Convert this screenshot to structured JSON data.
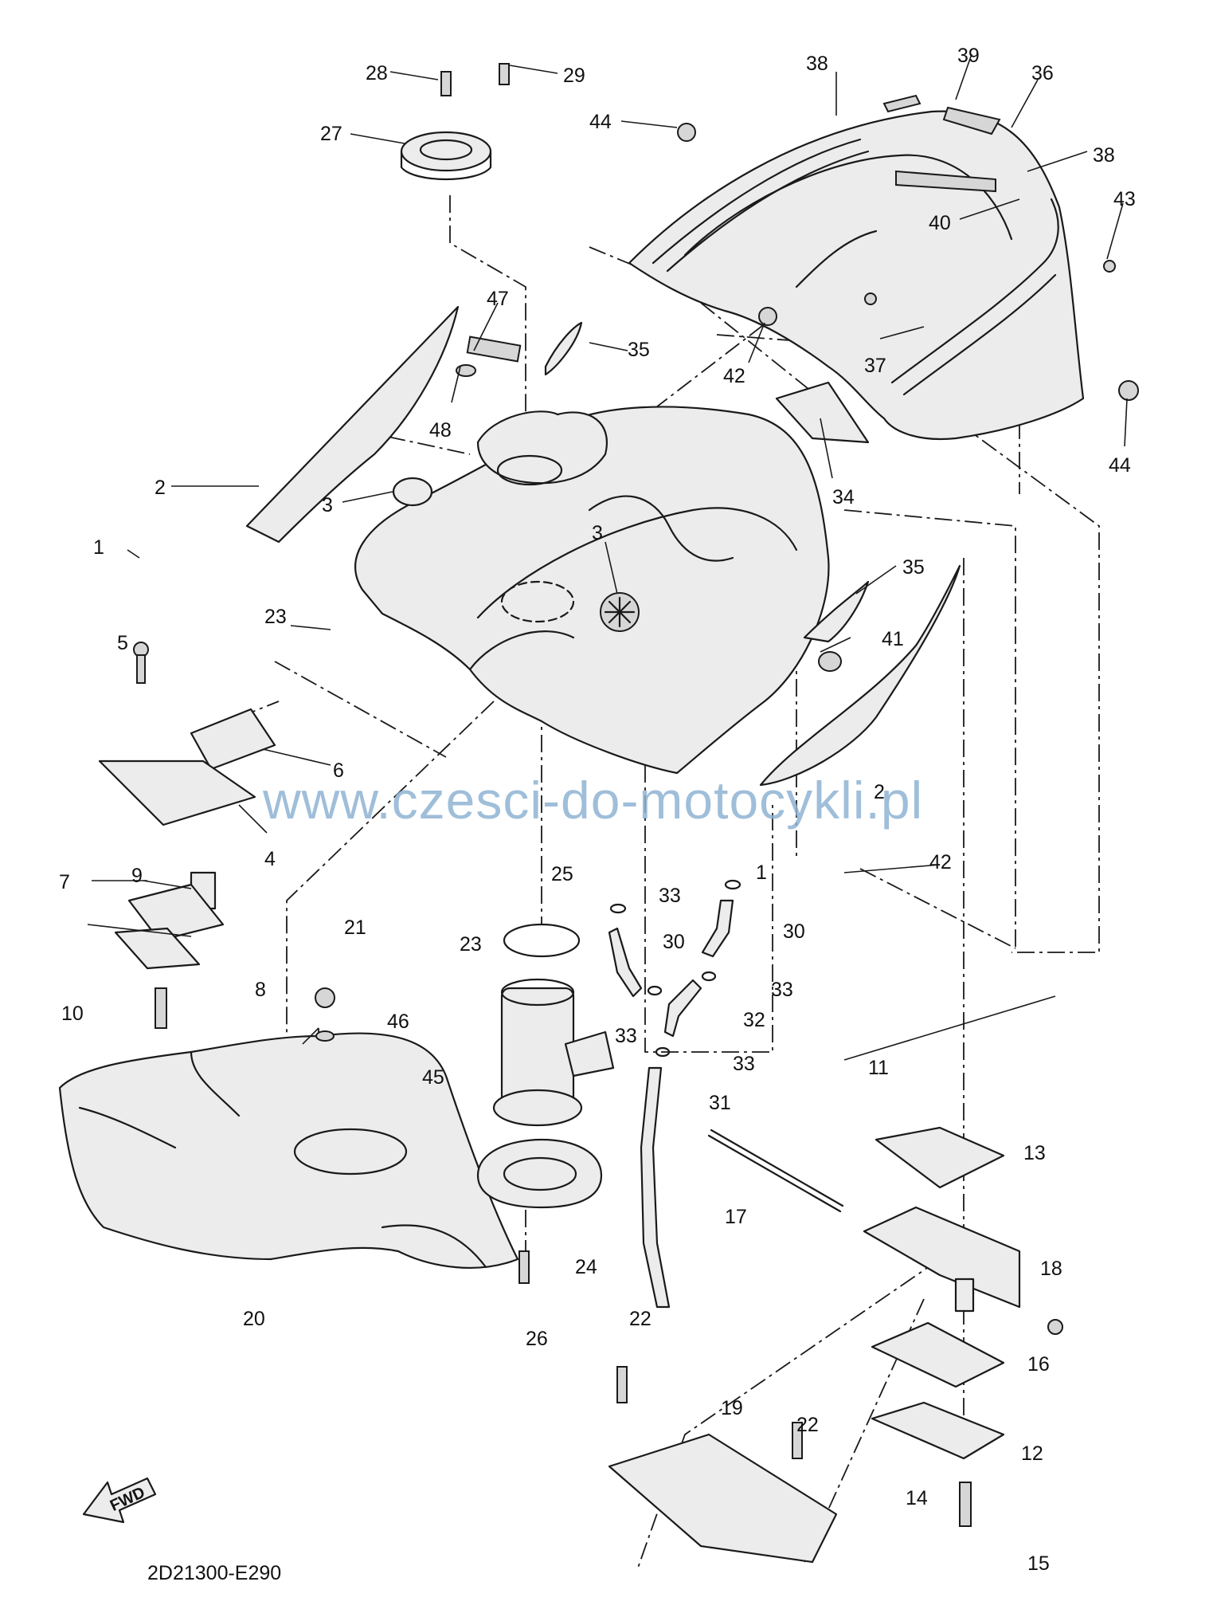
{
  "diagram": {
    "code": "2D21300-E290",
    "watermark": "www.czesci-do-motocykli.pl",
    "fwd_label": "FWD",
    "callouts": [
      "1",
      "2",
      "3",
      "4",
      "5",
      "6",
      "7",
      "8",
      "9",
      "10",
      "11",
      "12",
      "13",
      "14",
      "15",
      "16",
      "17",
      "18",
      "19",
      "20",
      "21",
      "22",
      "23",
      "24",
      "25",
      "26",
      "27",
      "28",
      "29",
      "30",
      "31",
      "32",
      "33",
      "34",
      "35",
      "36",
      "37",
      "38",
      "39",
      "40",
      "41",
      "42",
      "43",
      "44",
      "45",
      "46",
      "47",
      "48"
    ]
  },
  "labels": [
    {
      "text": "28"
    },
    {
      "text": "29"
    },
    {
      "text": "27"
    },
    {
      "text": "38"
    },
    {
      "text": "39"
    },
    {
      "text": "36"
    },
    {
      "text": "44"
    },
    {
      "text": "38"
    },
    {
      "text": "43"
    },
    {
      "text": "40"
    },
    {
      "text": "47"
    },
    {
      "text": "35"
    },
    {
      "text": "42"
    },
    {
      "text": "37"
    },
    {
      "text": "48"
    },
    {
      "text": "2"
    },
    {
      "text": "3"
    },
    {
      "text": "34"
    },
    {
      "text": "44"
    },
    {
      "text": "1"
    },
    {
      "text": "3"
    },
    {
      "text": "35"
    },
    {
      "text": "23"
    },
    {
      "text": "41"
    },
    {
      "text": "5"
    },
    {
      "text": "6"
    },
    {
      "text": "2"
    },
    {
      "text": "9"
    },
    {
      "text": "4"
    },
    {
      "text": "42"
    },
    {
      "text": "1"
    },
    {
      "text": "7"
    },
    {
      "text": "25"
    },
    {
      "text": "33"
    },
    {
      "text": "23"
    },
    {
      "text": "30"
    },
    {
      "text": "30"
    },
    {
      "text": "8"
    },
    {
      "text": "21"
    },
    {
      "text": "33"
    },
    {
      "text": "10"
    },
    {
      "text": "46"
    },
    {
      "text": "32"
    },
    {
      "text": "33"
    },
    {
      "text": "33"
    },
    {
      "text": "45"
    },
    {
      "text": "11"
    },
    {
      "text": "31"
    },
    {
      "text": "17"
    },
    {
      "text": "13"
    },
    {
      "text": "24"
    },
    {
      "text": "18"
    },
    {
      "text": "20"
    },
    {
      "text": "26"
    },
    {
      "text": "22"
    },
    {
      "text": "16"
    },
    {
      "text": "19"
    },
    {
      "text": "22"
    },
    {
      "text": "12"
    },
    {
      "text": "14"
    },
    {
      "text": "15"
    }
  ]
}
